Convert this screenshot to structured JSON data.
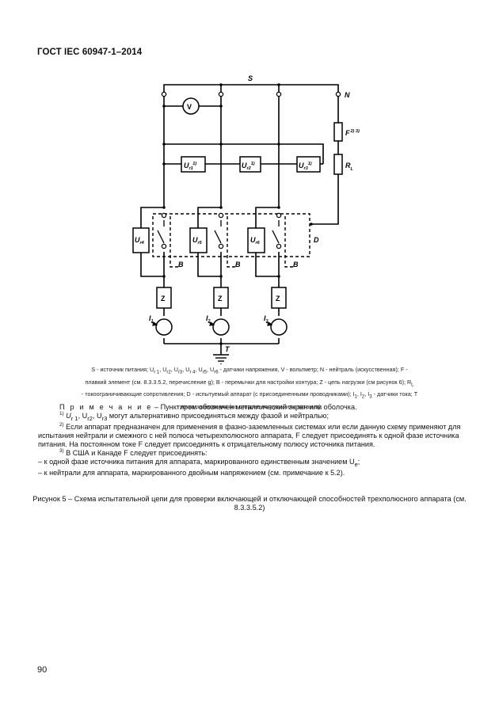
{
  "header": {
    "doc_title": "ГОСТ IEC 60947-1–2014"
  },
  "diagram": {
    "labels": {
      "source": "S",
      "neutral": "N",
      "fuse": "F",
      "fuse_sup": "2) 3)",
      "resistor": "R",
      "resistor_sub": "L",
      "voltmeter": "V",
      "ur": "U",
      "ur1_sub": "r1",
      "ur2_sub": "r2",
      "ur3_sub": "r3",
      "ur4_sub": "r4",
      "ur5_sub": "r5",
      "ur6_sub": "r6",
      "sup1": "1)",
      "bridge": "B",
      "device": "D",
      "load": "Z",
      "i": "I",
      "i1_sub": "1",
      "i2_sub": "2",
      "i3_sub": "3",
      "ground": "T"
    }
  },
  "legend": {
    "l1": "S  - источник питания; U",
    "l1_r1": "r 1",
    "l1_c1": ", U",
    "l1_r2": "r2",
    "l1_c2": ", U",
    "l1_r3": "r3",
    "l1_c3": ", U",
    "l1_r4": "r 4",
    "l1_c4": ", U",
    "l1_r5": "r5",
    "l1_c5": ", U",
    "l1_r6": "r6",
    "l1_end": " - датчики напряжения, V - вольтметр; N  -  нейтраль (искусственная); F -",
    "l2": "плавкий элемент (см. 8.3.3.5.2, перечисление g); B - перемычки для настройки контура; Z - цепь нагрузки (см рисунок 6); R",
    "l2_sub": "L",
    "l3a": "- токоограничивающие сопротивления; D - испытуемый аппарат (с присоединенными проводниками); I",
    "l3_s1": "1",
    "l3_c1": ", I",
    "l3_s2": "2",
    "l3_c2": ", I",
    "l3_s3": "3",
    "l3_end": " - датчики тока; T",
    "l4": "- точка заземления (на стороне нагрузки или питания)."
  },
  "notes": {
    "note_label": "П р и м е ч а н и е",
    "note_text": " – Пунктиром обозначен металлический экран или оболочка.",
    "n1_mark": "1)",
    "n1_u": "U",
    "n1_r1": "r 1",
    "n1_c1": ", U",
    "n1_r2": "r2",
    "n1_c2": ", U",
    "n1_r3": "r3",
    "n1_text": " могут альтернативно присоединяться между фазой и нейтралью;",
    "n2_mark": "2)",
    "n2_text": " Если аппарат предназначен для применения в фазно-заземленных системах или если данную схему применяют для испытания нейтрали и смежного с ней полюса четырехполюсного аппарата, F следует присоединять к одной фазе источника питания. На постоянном токе F следует присоединять к отрицательному полюсу источника питания.",
    "n3_mark": "3)",
    "n3_text": " В США и Канаде F следует присоединять:",
    "n3_item1": "– к одной фазе источника питания для аппарата, маркированного единственным значением U",
    "n3_item1_sub": "e",
    "n3_item1_end": ";",
    "n3_item2": "– к нейтрали для аппарата, маркированного двойным напряжением (см. примечание к 5.2)."
  },
  "caption": {
    "text": "Рисунок 5 – Схема испытательной цепи для проверки включающей и отключающей способностей трехполюсного аппарата (см. 8.3.3.5.2)"
  },
  "footer": {
    "page_number": "90"
  }
}
